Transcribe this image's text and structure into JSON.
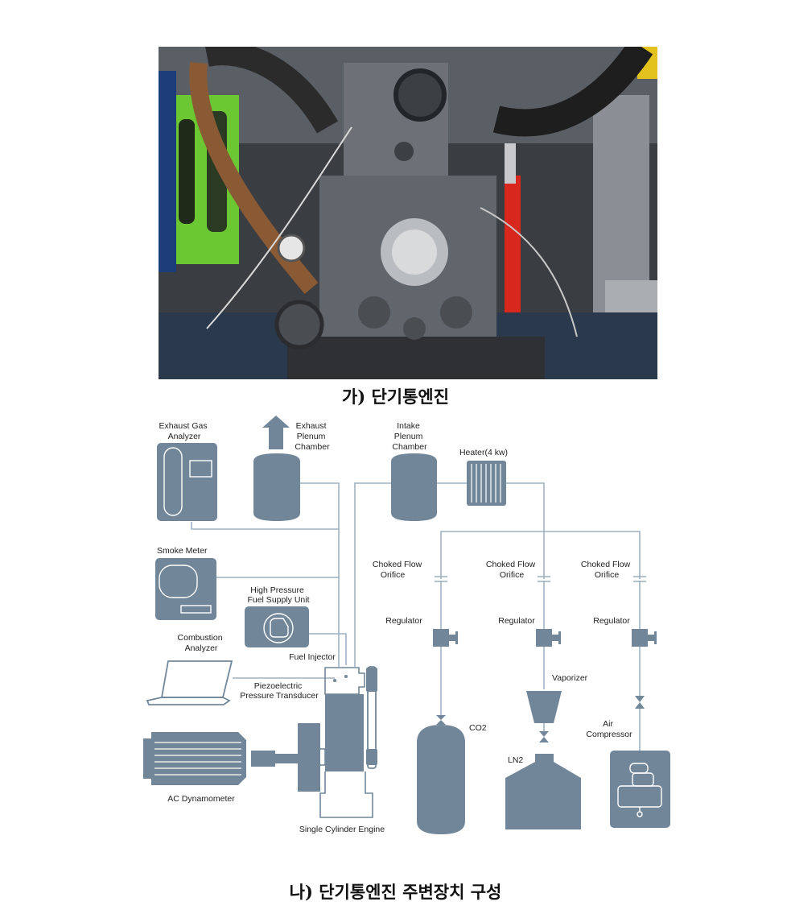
{
  "captions": {
    "photo": "가) 단기통엔진",
    "diagram": "나) 단기통엔진 주변장치 구성"
  },
  "labels": {
    "exhaust_gas_analyzer": [
      "Exhaust Gas",
      "Analyzer"
    ],
    "exhaust_plenum": [
      "Exhaust",
      "Plenum",
      "Chamber"
    ],
    "intake_plenum": [
      "Intake",
      "Plenum",
      "Chamber"
    ],
    "heater": "Heater(4 kw)",
    "smoke_meter": "Smoke Meter",
    "hp_fuel": [
      "High Pressure",
      "Fuel Supply Unit"
    ],
    "combustion_analyzer": [
      "Combustion",
      "Analyzer"
    ],
    "fuel_injector": "Fuel Injector",
    "piezo": [
      "Piezoelectric",
      "Pressure Transducer"
    ],
    "ac_dyno": "AC Dynamometer",
    "engine": "Single Cylinder Engine",
    "choked_flow": [
      "Choked Flow",
      "Orifice"
    ],
    "regulator": "Regulator",
    "vaporizer": "Vaporizer",
    "co2": "CO2",
    "ln2": "LN2",
    "air_compressor": [
      "Air",
      "Compressor"
    ]
  },
  "colors": {
    "component": "#718799",
    "pipe": "#9fb2c1"
  }
}
